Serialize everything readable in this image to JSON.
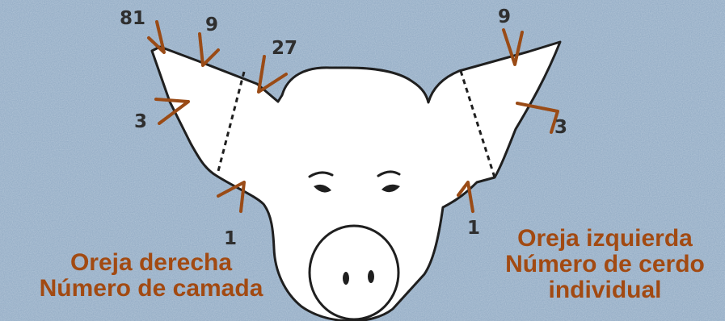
{
  "colors": {
    "background": "#8ea8c2",
    "notch": "#9a4b16",
    "label": "#a24a12",
    "outline": "#1f1f1f",
    "fill": "#ffffff"
  },
  "labels": {
    "right_ear": [
      "Oreja derecha",
      "Número de camada"
    ],
    "left_ear": [
      "Oreja izquierda",
      "Número de cerdo",
      "individual"
    ]
  },
  "notches": {
    "right_ear": [
      "81",
      "9",
      "27",
      "3",
      "1"
    ],
    "left_ear": [
      "9",
      "3",
      "1"
    ]
  }
}
